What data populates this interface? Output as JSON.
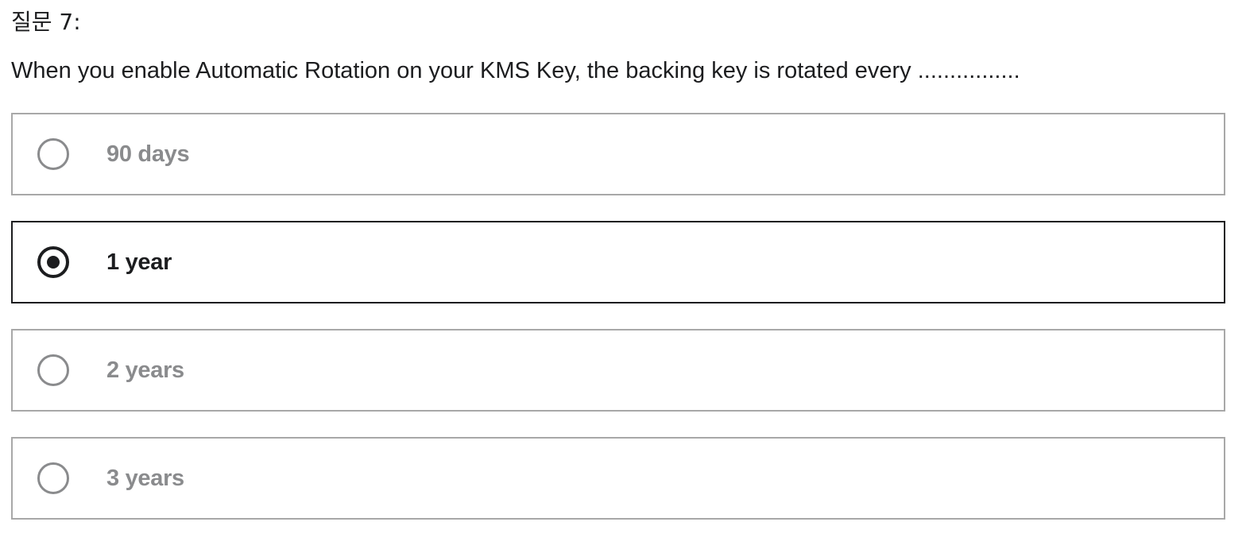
{
  "question": {
    "label": "질문 7:",
    "text": "When you enable Automatic Rotation on your KMS Key, the backing key is rotated every ................"
  },
  "options": [
    {
      "label": "90 days",
      "selected": false
    },
    {
      "label": "1 year",
      "selected": true
    },
    {
      "label": "2 years",
      "selected": false
    },
    {
      "label": "3 years",
      "selected": false
    }
  ],
  "colors": {
    "text": "#1c1d1f",
    "muted": "#8a8b8d",
    "border": "#a8a8a8",
    "selected_border": "#1c1d1f"
  }
}
